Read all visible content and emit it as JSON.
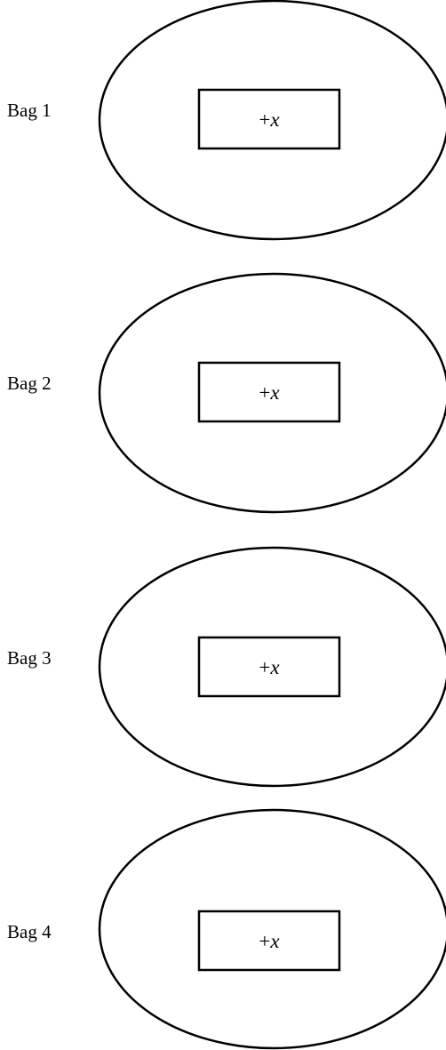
{
  "bags": [
    {
      "label": "Bag 1",
      "box_sign": "+",
      "box_variable": "x"
    },
    {
      "label": "Bag 2",
      "box_sign": "+",
      "box_variable": "x"
    },
    {
      "label": "Bag 3",
      "box_sign": "+",
      "box_variable": "x"
    },
    {
      "label": "Bag 4",
      "box_sign": "+",
      "box_variable": "x"
    }
  ],
  "colors": {
    "stroke": "#000000",
    "background": "#ffffff"
  }
}
